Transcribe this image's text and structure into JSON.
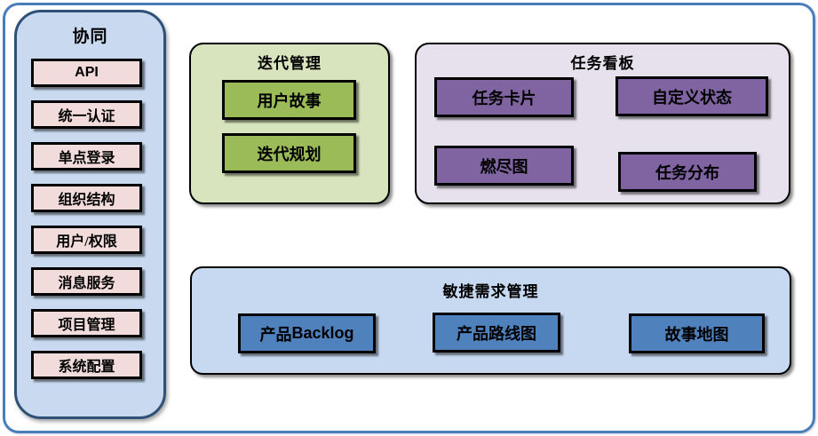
{
  "sidebar": {
    "title": "协同",
    "items": [
      "API",
      "统一认证",
      "单点登录",
      "组织结构",
      "用户/权限",
      "消息服务",
      "项目管理",
      "系统配置"
    ]
  },
  "iteration_panel": {
    "title": "迭代管理",
    "items": [
      "用户故事",
      "迭代规划"
    ]
  },
  "kanban_panel": {
    "title": "任务看板",
    "items": [
      "任务卡片",
      "自定义状态",
      "燃尽图",
      "任务分布"
    ]
  },
  "agile_panel": {
    "title": "敏捷需求管理",
    "items": [
      {
        "prefix": "产品",
        "latin": "Backlog"
      },
      {
        "label": "产品路线图"
      },
      {
        "label": "故事地图"
      }
    ]
  },
  "colors": {
    "outer_border": "#4a7ebb",
    "sidebar_bg": "#c9daf0",
    "sidebar_border": "#2e5178",
    "pink_item": "#f2dcdb",
    "green_panel": "#d7e4bd",
    "green_item": "#9bbb59",
    "purple_panel": "#e6e1ec",
    "purple_item": "#8064a2",
    "blue_panel": "#c6d9f1",
    "blue_item": "#4f81bd",
    "box_border": "#000000"
  }
}
